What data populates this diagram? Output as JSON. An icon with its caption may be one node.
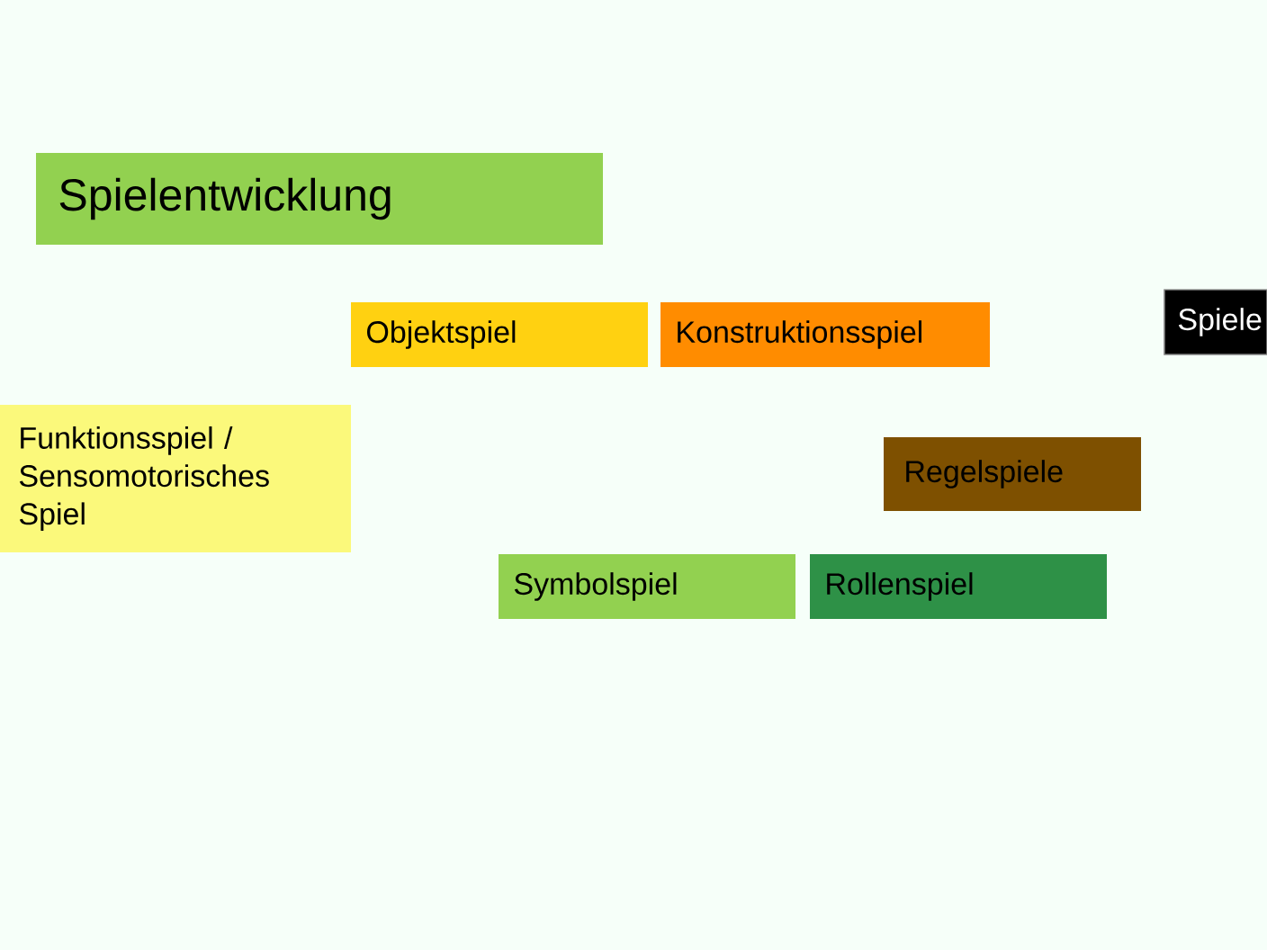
{
  "diagram": {
    "nodes": [
      {
        "text": [
          "Spielentwicklung"
        ]
      },
      {
        "text": [
          "Objektspiel"
        ]
      },
      {
        "text": [
          "Konstruktionsspiel"
        ]
      },
      {
        "text": [
          "Spiele"
        ]
      },
      {
        "text": [
          "Funktionsspiel / Sensomotorisches Spiel"
        ]
      },
      {
        "text": [
          "Regelspiele"
        ]
      },
      {
        "text": [
          "Symbolspiel"
        ]
      },
      {
        "text": [
          "Rollenspiel"
        ]
      }
    ]
  }
}
